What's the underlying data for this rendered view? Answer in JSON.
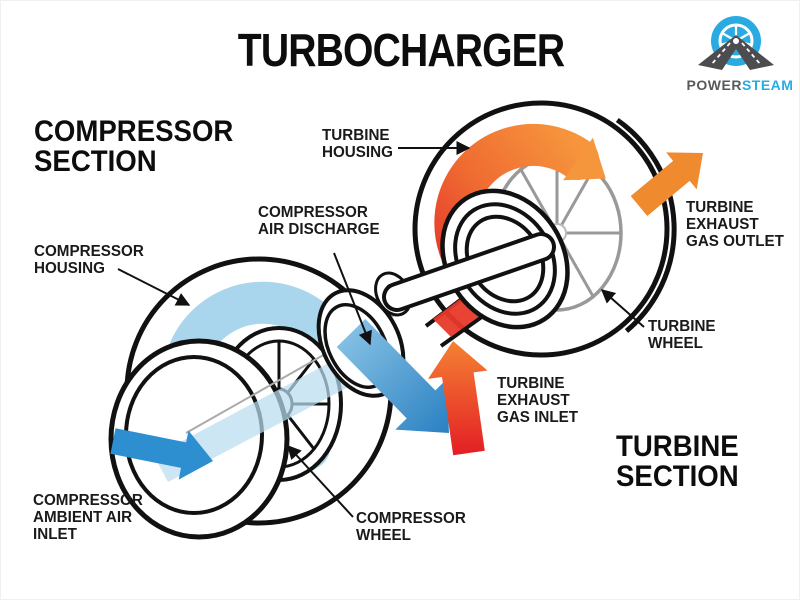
{
  "title": "TURBOCHARGER",
  "logo": {
    "brand_primary": "POWER",
    "brand_secondary": "STEAM",
    "primary_color": "#58595b",
    "secondary_color": "#29abe2",
    "emblem": "wheel-road-emblem"
  },
  "section_labels": {
    "compressor": {
      "line1": "COMPRESSOR",
      "line2": "SECTION"
    },
    "turbine": {
      "line1": "TURBINE",
      "line2": "SECTION"
    }
  },
  "part_labels": {
    "turbine_housing": {
      "line1": "TURBINE",
      "line2": "HOUSING"
    },
    "compressor_air_discharge": {
      "line1": "COMPRESSOR",
      "line2": "AIR DISCHARGE"
    },
    "compressor_housing": {
      "line1": "COMPRESSOR",
      "line2": "HOUSING"
    },
    "turbine_exhaust_gas_outlet": {
      "line1": "TURBINE",
      "line2": "EXHAUST",
      "line3": "GAS OUTLET"
    },
    "turbine_wheel": {
      "line1": "TURBINE",
      "line2": "WHEEL"
    },
    "turbine_exhaust_gas_inlet": {
      "line1": "TURBINE",
      "line2": "EXHAUST",
      "line3": "GAS INLET"
    },
    "compressor_ambient_air_inlet": {
      "line1": "COMPRESSOR",
      "line2": "AMBIENT AIR",
      "line3": "INLET"
    },
    "compressor_wheel": {
      "line1": "COMPRESSOR",
      "line2": "WHEEL"
    }
  },
  "colors": {
    "line_art": "#111111",
    "compressor_swirl": "#a9d6ec",
    "compressor_inlet_arrow": "#2e8fd0",
    "compressor_discharge_arrow_dark": "#2a80c2",
    "turbine_swirl_hot": "#e5352b",
    "turbine_swirl_warm": "#f6953c",
    "turbine_inlet_red": "#e31e25",
    "turbine_outlet_orange": "#f08a2e",
    "wheel_gray": "#999999"
  }
}
